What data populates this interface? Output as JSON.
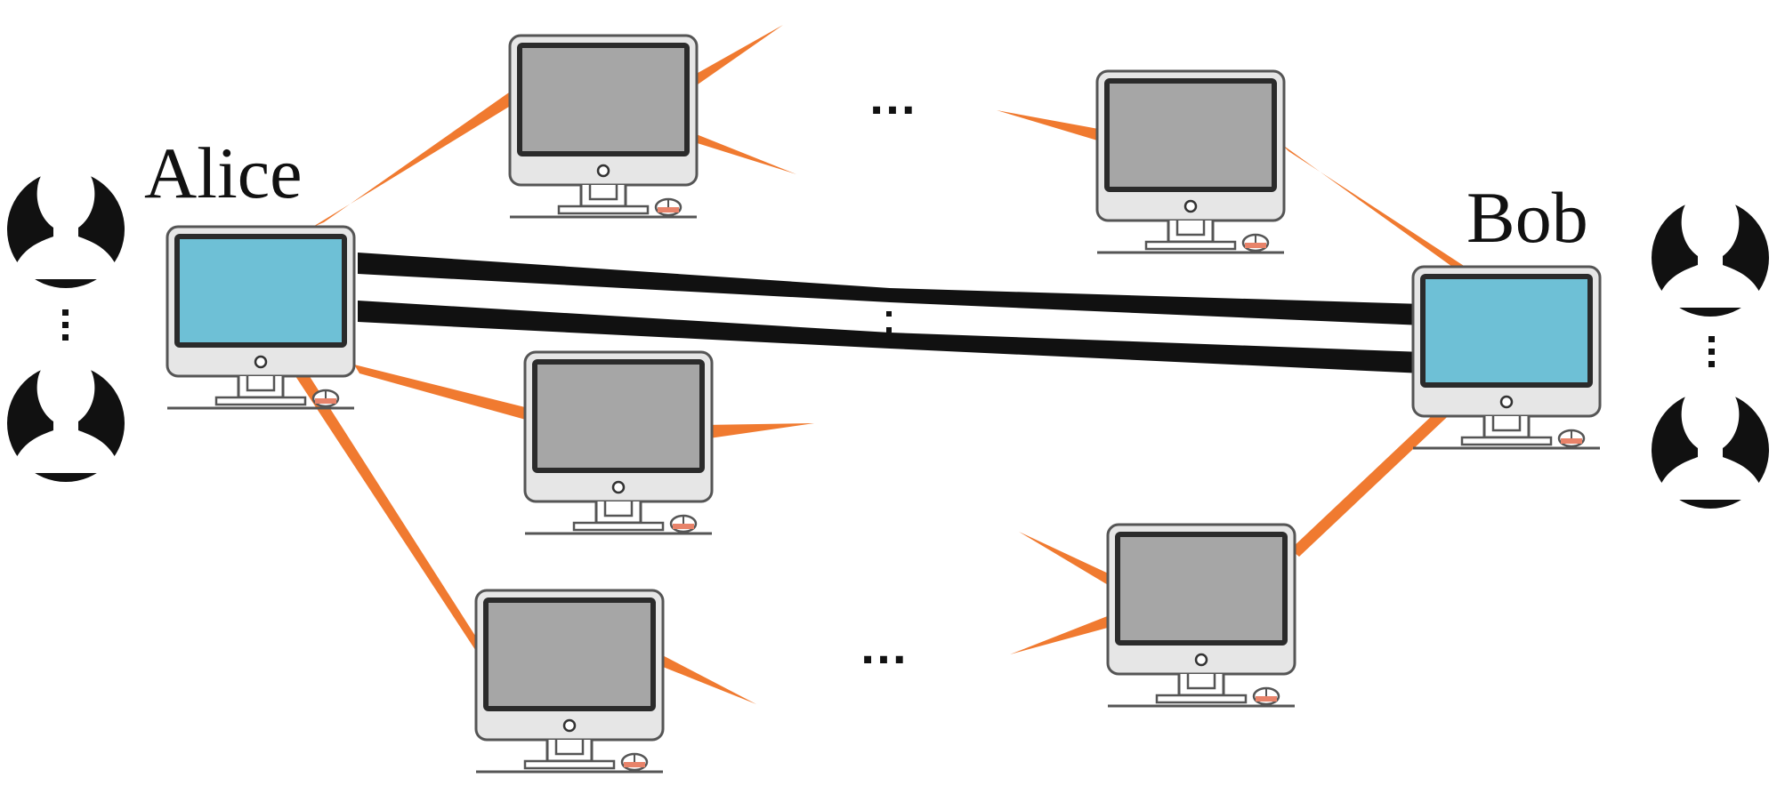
{
  "labels": {
    "alice": "Alice",
    "bob": "Bob",
    "ellipsis_top": "…",
    "ellipsis_bottom": "…"
  },
  "colors": {
    "background": "#ffffff",
    "ink": "#111111",
    "orange_link": "#f07a30",
    "endpoint_screen": "#6ec0d6",
    "relay_screen": "#a6a6a6",
    "monitor_body": "#e8e8e8",
    "monitor_outline": "#555555",
    "mouse_accent": "#e8836a"
  },
  "icons": {
    "user": "user-silhouette-icon",
    "computer": "desktop-computer-icon"
  },
  "nodes": [
    {
      "id": "alice",
      "role": "endpoint"
    },
    {
      "id": "bob",
      "role": "endpoint"
    },
    {
      "id": "relay-1",
      "role": "relay"
    },
    {
      "id": "relay-2",
      "role": "relay"
    },
    {
      "id": "relay-3",
      "role": "relay"
    },
    {
      "id": "relay-4",
      "role": "relay"
    },
    {
      "id": "relay-5",
      "role": "relay"
    },
    {
      "id": "relay-6",
      "role": "relay"
    }
  ]
}
